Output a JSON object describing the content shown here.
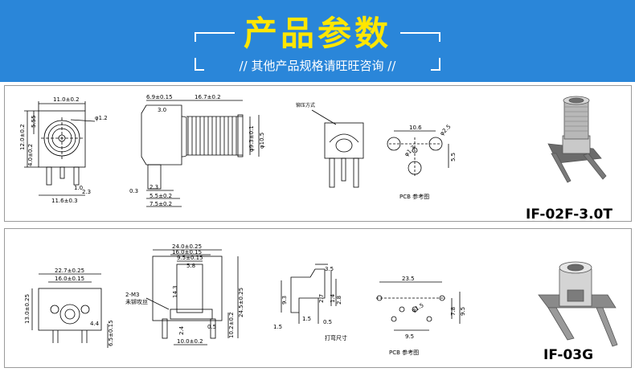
{
  "banner": {
    "title": "产品参数",
    "subtitle": "// 其他产品规格请旺旺咨询 //",
    "background": "#2a86d9",
    "title_color": "#ffe600"
  },
  "product1": {
    "model": "IF-02F-3.0T",
    "dims": {
      "d1": "11.0±0.2",
      "d2": "5.55",
      "d3": "12.0±0.2",
      "d4": "4.0±0.2",
      "d5": "φ1.2",
      "d6": "1.0",
      "d7": "2.3",
      "d8": "11.6±0.3",
      "d9": "6.9±0.15",
      "d10": "16.7±0.2",
      "d11": "3.0",
      "d12": "φ9.3±0.1",
      "d13": "φ10.5",
      "d14": "2.3",
      "d15": "5.5±0.2",
      "d16": "7.5±0.2",
      "d17": "0.3",
      "d18": "10.6",
      "d19": "φ2.5",
      "d20": "φ1.3",
      "d21": "5.5"
    },
    "crimp_label": "铆压方式",
    "pcb_label": "PCB 参考图"
  },
  "product2": {
    "model": "IF-03G",
    "dims": {
      "d1": "22.7±0.25",
      "d2": "16.0±0.15",
      "d3": "13.0±0.25",
      "d4": "6.5±0.15",
      "d5": "4.4",
      "d6": "24.0±0.25",
      "d7": "16.0±0.15",
      "d8": "9.5±0.15",
      "d9": "5.8",
      "d10": "14.3",
      "d11": "24.5±0.25",
      "d12": "10.2±0.2",
      "d13": "2.4",
      "d14": "0.5",
      "d15": "10.0±0.2",
      "d16": "2-M3",
      "d17": "未铆攻丝",
      "d18": "3.5",
      "d19": "2.7",
      "d20": "1.4",
      "d21": "2.8",
      "d22": "9.3",
      "d23": "1.5",
      "d24": "1.5",
      "d25": "0.5",
      "d26": "打弯尺寸",
      "d27": "23.5",
      "d28": "φ1.5",
      "d29": "7.8",
      "d30": "9.5",
      "d31": "9.5"
    },
    "pcb_label": "PCB 参考图"
  }
}
